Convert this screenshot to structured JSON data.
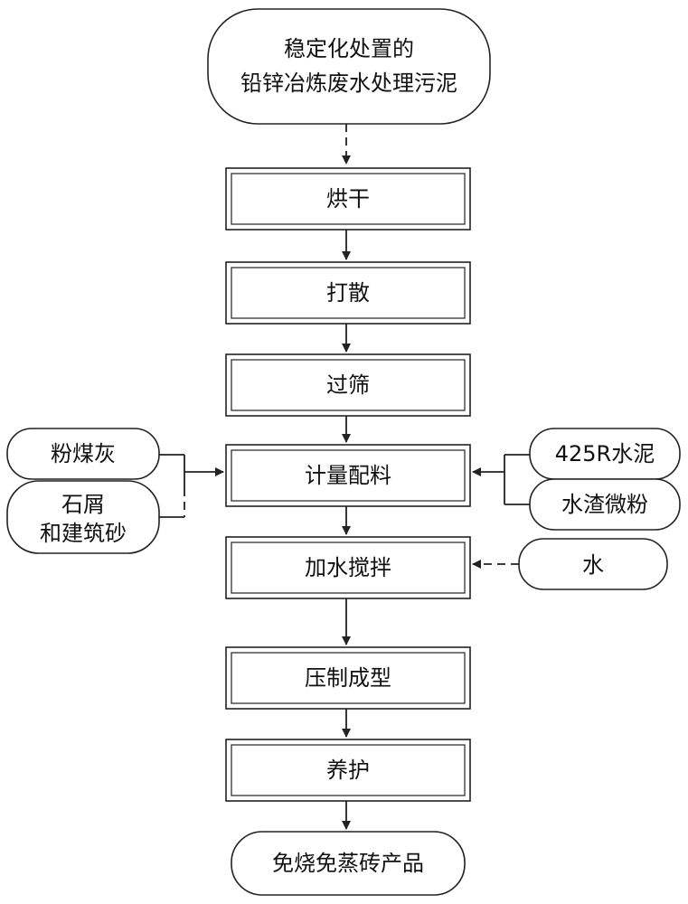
{
  "start": {
    "line1": "稳定化处置的",
    "line2": "铅锌冶炼废水处理污泥"
  },
  "steps": [
    "烘干",
    "打散",
    "过筛",
    "计量配料",
    "加水搅拌",
    "压制成型",
    "养护"
  ],
  "end": "免烧免蒸砖产品",
  "inputs_left": {
    "fly_ash": "粉煤灰",
    "stone_sand_line1": "石屑",
    "stone_sand_line2": "和建筑砂"
  },
  "inputs_right": {
    "cement": "425R水泥",
    "slag_powder": "水渣微粉",
    "water": "水"
  },
  "colors": {
    "stroke": "#222222",
    "text": "#111111",
    "background": "#ffffff"
  }
}
